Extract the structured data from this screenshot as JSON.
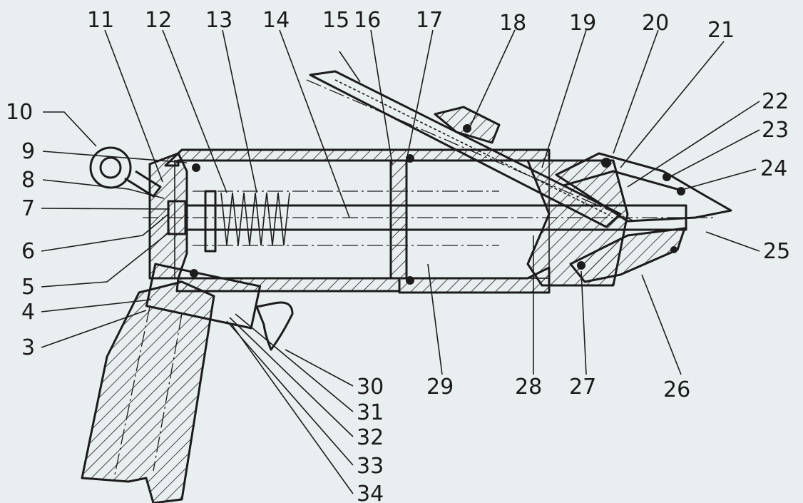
{
  "diagram": {
    "labels": [
      {
        "id": "l1",
        "text": "11"
      },
      {
        "id": "l2",
        "text": "12"
      },
      {
        "id": "l3",
        "text": "13"
      },
      {
        "id": "l4",
        "text": "14"
      },
      {
        "id": "l5",
        "text": "15"
      },
      {
        "id": "l6",
        "text": "16"
      },
      {
        "id": "l7",
        "text": "17"
      },
      {
        "id": "l8",
        "text": "18"
      },
      {
        "id": "l9",
        "text": "19"
      },
      {
        "id": "l10",
        "text": "20"
      },
      {
        "id": "l11",
        "text": "21"
      },
      {
        "id": "l12",
        "text": "22"
      },
      {
        "id": "l13",
        "text": "23"
      },
      {
        "id": "l14",
        "text": "24"
      },
      {
        "id": "l15",
        "text": "10"
      },
      {
        "id": "l16",
        "text": "9"
      },
      {
        "id": "l17",
        "text": "8"
      },
      {
        "id": "l18",
        "text": "7"
      },
      {
        "id": "l19",
        "text": "6"
      },
      {
        "id": "l20",
        "text": "5"
      },
      {
        "id": "l21",
        "text": "4"
      },
      {
        "id": "l22",
        "text": "3"
      },
      {
        "id": "l23",
        "text": "25"
      },
      {
        "id": "l24",
        "text": "30"
      },
      {
        "id": "l25",
        "text": "29"
      },
      {
        "id": "l26",
        "text": "28"
      },
      {
        "id": "l27",
        "text": "27"
      },
      {
        "id": "l28",
        "text": "26"
      },
      {
        "id": "l29",
        "text": "31"
      },
      {
        "id": "l30",
        "text": "32"
      },
      {
        "id": "l31",
        "text": "33"
      },
      {
        "id": "l32",
        "text": "34"
      }
    ]
  }
}
